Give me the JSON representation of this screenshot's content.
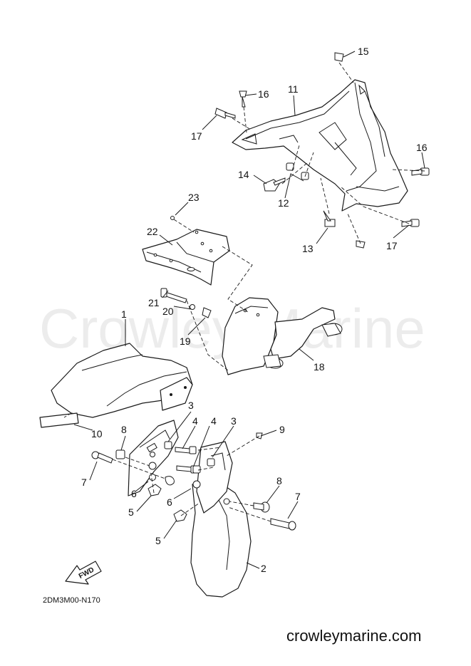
{
  "watermark": "Crowley Marine",
  "diagram_code": "2DM3M00-N170",
  "website": "crowleymarine.com",
  "fwd_label": "FWD",
  "callouts": [
    "1",
    "2",
    "3",
    "3",
    "4",
    "4",
    "5",
    "5",
    "6",
    "6",
    "7",
    "7",
    "8",
    "8",
    "9",
    "10",
    "11",
    "12",
    "13",
    "14",
    "15",
    "16",
    "16",
    "17",
    "17",
    "18",
    "19",
    "20",
    "21",
    "22",
    "23"
  ]
}
